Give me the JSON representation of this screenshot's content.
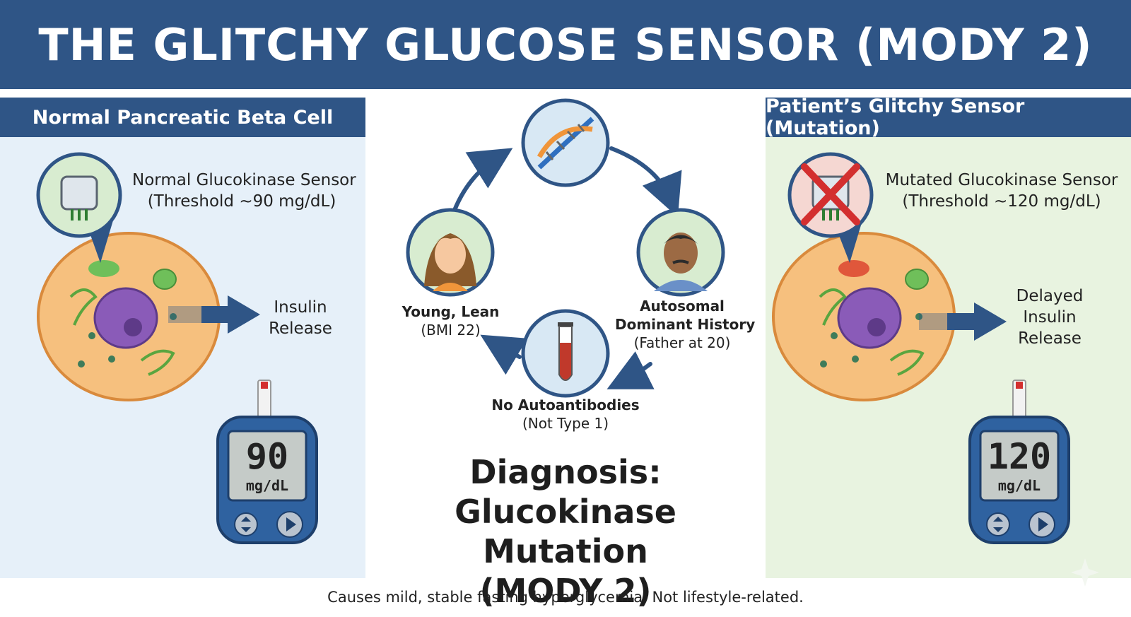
{
  "title": "THE GLITCHY GLUCOSE SENSOR (MODY 2)",
  "left_panel": {
    "header": "Normal Pancreatic Beta Cell",
    "sensor_label": "Normal Glucokinase Sensor",
    "threshold_label": "(Threshold ~90 mg/dL)",
    "insulin_line1": "Insulin",
    "insulin_line2": "Release",
    "meter_value": "90",
    "meter_unit": "mg/dL"
  },
  "right_panel": {
    "header": "Patient’s Glitchy Sensor (Mutation)",
    "sensor_label": "Mutated Glucokinase Sensor",
    "threshold_label": "(Threshold ~120 mg/dL)",
    "insulin_line1": "Delayed",
    "insulin_line2": "Insulin",
    "insulin_line3": "Release",
    "meter_value": "120",
    "meter_unit": "mg/dL"
  },
  "center": {
    "patient_line1": "Young, Lean",
    "patient_line2": "(BMI 22)",
    "history_line1": "Autosomal",
    "history_line2": "Dominant History",
    "history_line3": "(Father at 20)",
    "test_line1": "No Autoantibodies",
    "test_line2": "(Not Type 1)",
    "diagnosis_line1": "Diagnosis:",
    "diagnosis_line2": "Glucokinase Mutation",
    "diagnosis_line3": "(MODY 2)"
  },
  "footer": "Causes mild, stable fasting hyperglycemia. Not lifestyle-related.",
  "colors": {
    "banner": "#2f5586",
    "left_bg": "#e6f0f9",
    "right_bg": "#e8f3e0",
    "cell_fill": "#f6c07e",
    "nucleus": "#8a5bb8",
    "meter_body": "#2f62a0"
  }
}
